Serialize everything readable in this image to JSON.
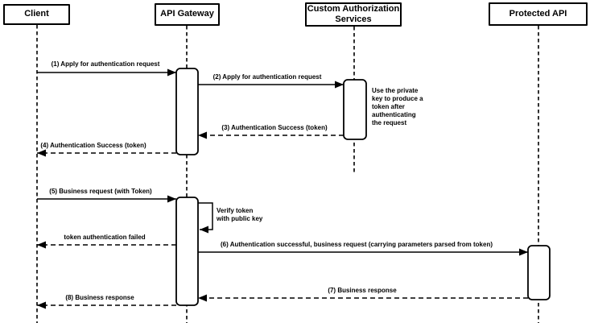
{
  "diagram": {
    "type": "sequence",
    "actors": [
      {
        "name": "Client"
      },
      {
        "name": "API Gateway"
      },
      {
        "name": "Custom Authorization Services"
      },
      {
        "name": "Protected API"
      }
    ],
    "messages": [
      {
        "label": "(1) Apply for authentication request",
        "from": "Client",
        "to": "API Gateway",
        "line": "solid"
      },
      {
        "label": "(2) Apply for authentication request",
        "from": "API Gateway",
        "to": "Custom Authorization Services",
        "line": "solid"
      },
      {
        "label": "(3) Authentication Success (token)",
        "from": "Custom Authorization Services",
        "to": "API Gateway",
        "line": "dashed"
      },
      {
        "label": "(4) Authentication Success (token)",
        "from": "API Gateway",
        "to": "Client",
        "line": "dashed"
      },
      {
        "label": "(5) Business request (with Token)",
        "from": "Client",
        "to": "API Gateway",
        "line": "solid"
      },
      {
        "label": "token authentication failed",
        "from": "API Gateway",
        "to": "Client",
        "line": "dashed"
      },
      {
        "label": "(6) Authentication successful, business request (carrying parameters parsed from token)",
        "from": "API Gateway",
        "to": "Protected API",
        "line": "solid"
      },
      {
        "label": "(7) Business response",
        "from": "Protected API",
        "to": "API Gateway",
        "line": "dashed"
      },
      {
        "label": "(8) Business response",
        "from": "API Gateway",
        "to": "Client",
        "line": "dashed"
      }
    ],
    "notes": [
      {
        "text": "Use the private\nkey to produce a\ntoken after\nauthenticating\nthe request",
        "attached_to": "Custom Authorization Services"
      },
      {
        "text": "Verify token\nwith public key",
        "attached_to": "API Gateway"
      }
    ],
    "colors": {
      "stroke": "#000000",
      "background": "#ffffff"
    }
  }
}
